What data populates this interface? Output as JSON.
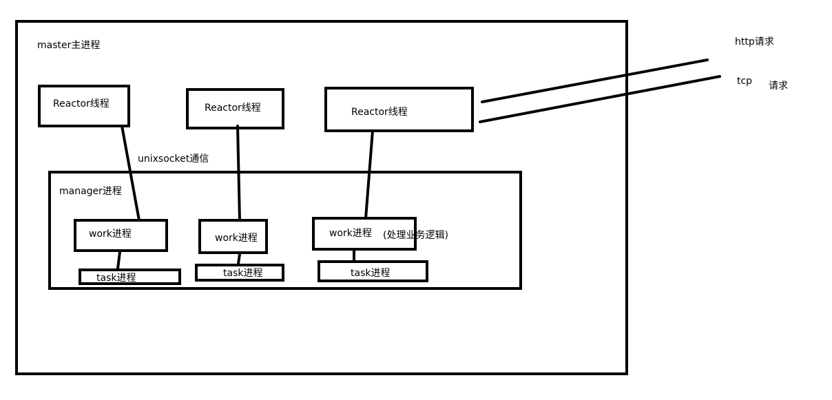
{
  "master": {
    "label": "master主进程"
  },
  "reactors": [
    {
      "label": "Reactor线程"
    },
    {
      "label": "Reactor线程"
    },
    {
      "label": "Reactor线程"
    }
  ],
  "connection_label": "unixsocket通信",
  "manager": {
    "label": "manager进程"
  },
  "workers": [
    {
      "label": "work进程"
    },
    {
      "label": "work进程"
    },
    {
      "label": "work进程",
      "note": "(处理业务逻辑)"
    }
  ],
  "tasks": [
    {
      "label": "task进程"
    },
    {
      "label": "task进程"
    },
    {
      "label": "task进程"
    }
  ],
  "requests": {
    "http": "http请求",
    "tcp": "tcp",
    "tcp_suffix": "请求"
  }
}
